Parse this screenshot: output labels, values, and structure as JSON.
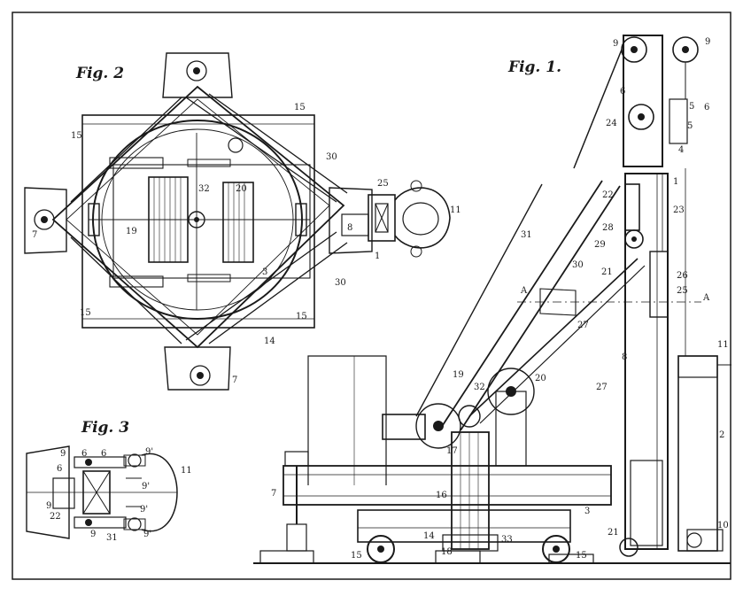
{
  "figures": {
    "fig1": "Fig. 1.",
    "fig2": "Fig. 2",
    "fig3": "Fig. 3"
  },
  "fig1_labels": {
    "n9a": "9",
    "n9b": "9",
    "n6a": "6",
    "n6b": "6",
    "n5a": "5",
    "n5b": "5",
    "n4": "4",
    "n24": "24",
    "n1": "1",
    "n22": "22",
    "n23": "23",
    "n28": "28",
    "n29": "29",
    "n21a": "21",
    "n26": "26",
    "n25": "25",
    "nAa": "A",
    "nAb": "A",
    "n31": "31",
    "n30": "30",
    "n27a": "27",
    "n27b": "27",
    "n8": "8",
    "n11": "11",
    "n19": "19",
    "n32": "32",
    "n20": "20",
    "n2": "2",
    "n7": "7",
    "n17": "17",
    "n16": "16",
    "n3": "3",
    "n14": "14",
    "n33": "33",
    "n18": "18",
    "n15a": "15",
    "n15b": "15",
    "n21b": "21",
    "n10": "10"
  },
  "fig2_labels": {
    "n15a": "15",
    "n15b": "15",
    "n30a": "30",
    "n25": "25",
    "n11": "11",
    "n32": "32",
    "n20": "20",
    "n19": "19",
    "n8": "8",
    "n1": "1",
    "n7a": "7",
    "n3": "3",
    "n30b": "30",
    "n15c": "15",
    "n15d": "15",
    "n14": "14",
    "n7b": "7"
  },
  "fig3_labels": {
    "n9a": "9",
    "n6a": "6",
    "n6b": "6",
    "n9pa": "9'",
    "n11": "11",
    "n6c": "6",
    "n9pb": "9'",
    "n9b": "9",
    "n22": "22",
    "n9pc": "9'",
    "n9c": "9",
    "n31": "31",
    "n9pd": "9'"
  }
}
